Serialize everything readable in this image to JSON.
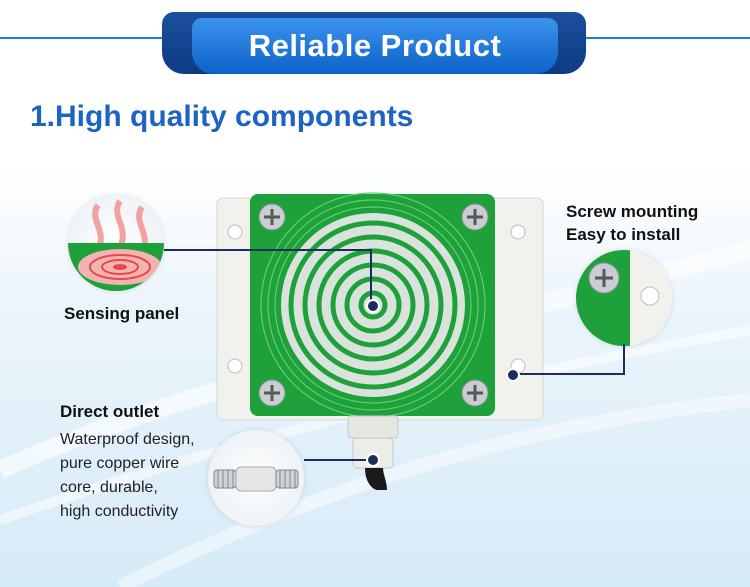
{
  "banner": {
    "title": "Reliable Product"
  },
  "section": {
    "title": "1.High quality components"
  },
  "callouts": {
    "sensing": {
      "label": "Sensing panel"
    },
    "screw": {
      "line1": "Screw mounting",
      "line2": "Easy to install"
    },
    "outlet": {
      "label": "Direct outlet",
      "desc": [
        "Waterproof design,",
        "pure copper wire",
        "core, durable,",
        "high conductivity"
      ]
    }
  },
  "colors": {
    "accent": "#1d63c4",
    "banner_dark": "#0f3b84",
    "pcb_green": "#1ea03a",
    "connector": "#1c2d5c"
  }
}
